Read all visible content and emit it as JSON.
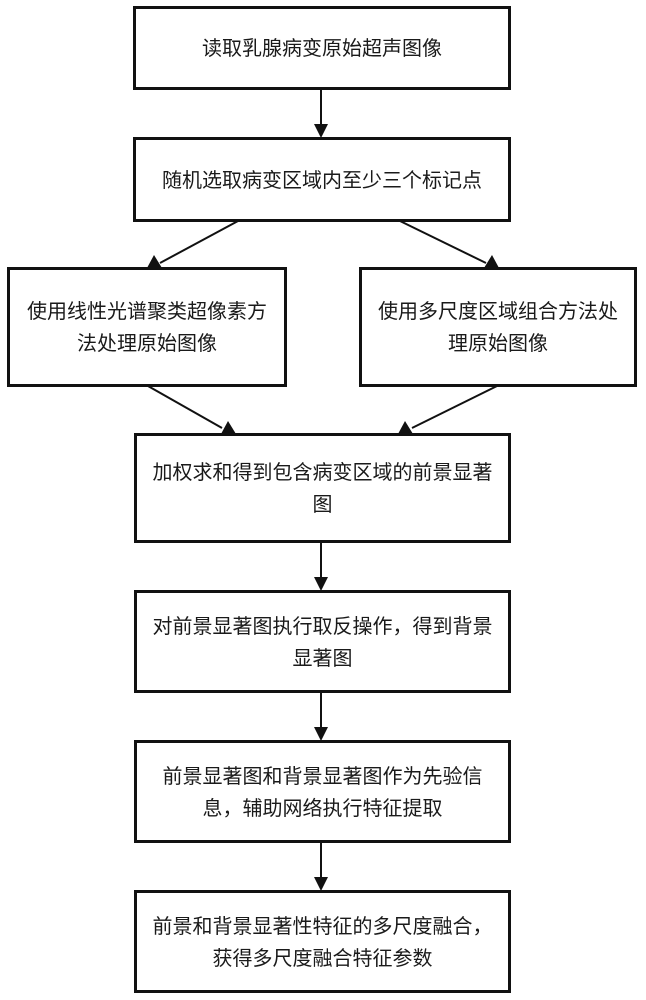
{
  "diagram": {
    "type": "flowchart",
    "nodes": [
      {
        "id": "read_image",
        "text": "读取乳腺病变原始超声图像"
      },
      {
        "id": "select_points",
        "text": "随机选取病变区域内至少三个标记点"
      },
      {
        "id": "lsc_superpixel",
        "text": "使用线性光谱聚类超像素方法处理原始图像"
      },
      {
        "id": "multiscale_region",
        "text": "使用多尺度区域组合方法处理原始图像"
      },
      {
        "id": "weighted_sum",
        "text": "加权求和得到包含病变区域的前景显著图"
      },
      {
        "id": "invert",
        "text": "对前景显著图执行取反操作，得到背景显著图"
      },
      {
        "id": "prior_info",
        "text": "前景显著图和背景显著图作为先验信息，辅助网络执行特征提取"
      },
      {
        "id": "fusion",
        "text": "前景和背景显著性特征的多尺度融合，获得多尺度融合特征参数"
      }
    ],
    "edges": [
      {
        "from": "read_image",
        "to": "select_points"
      },
      {
        "from": "select_points",
        "to": "lsc_superpixel"
      },
      {
        "from": "select_points",
        "to": "multiscale_region"
      },
      {
        "from": "lsc_superpixel",
        "to": "weighted_sum"
      },
      {
        "from": "multiscale_region",
        "to": "weighted_sum"
      },
      {
        "from": "weighted_sum",
        "to": "invert"
      },
      {
        "from": "invert",
        "to": "prior_info"
      },
      {
        "from": "prior_info",
        "to": "fusion"
      }
    ]
  }
}
